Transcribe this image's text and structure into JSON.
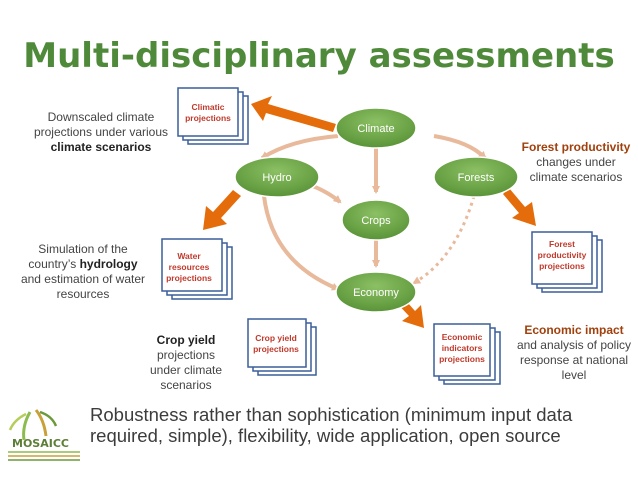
{
  "title": "Multi-disciplinary assessments",
  "nodes": {
    "climate": "Climate",
    "hydro": "Hydro",
    "forests": "Forests",
    "crops": "Crops",
    "economy": "Economy"
  },
  "documents": {
    "climatic": [
      "Climatic",
      "projections"
    ],
    "water": [
      "Water",
      "resources",
      "projections"
    ],
    "crop": [
      "Crop yield",
      "projections"
    ],
    "forest": [
      "Forest",
      "productivity",
      "projections"
    ],
    "economic": [
      "Economic",
      "indicators",
      "projections"
    ]
  },
  "notes": {
    "climate": {
      "pre": "Downscaled climate projections under various ",
      "bold": "climate scenarios",
      "post": ""
    },
    "hydro": {
      "pre": "Simulation of the country’s ",
      "bold": "hydrology",
      "post": " and estimation of water resources"
    },
    "crop": {
      "bold": "Crop yield",
      "post": " projections under climate scenarios"
    },
    "forest": {
      "bold": "Forest productivity",
      "post": " changes under climate scenarios"
    },
    "economy": {
      "bold": "Economic impact",
      "post": " and analysis of policy response at national level"
    }
  },
  "bottom_text": "Robustness rather than sophistication (minimum input data required, simple), flexibility, wide application, open source",
  "logo": {
    "name": "MOSAICC"
  },
  "colors": {
    "title": "#4f8a3a",
    "node": "#6aa446",
    "arrow_orange": "#e46c0a",
    "arrow_tan": "#e8b99a",
    "doc_border": "#3b5e9a",
    "doc_text": "#c0392b"
  }
}
